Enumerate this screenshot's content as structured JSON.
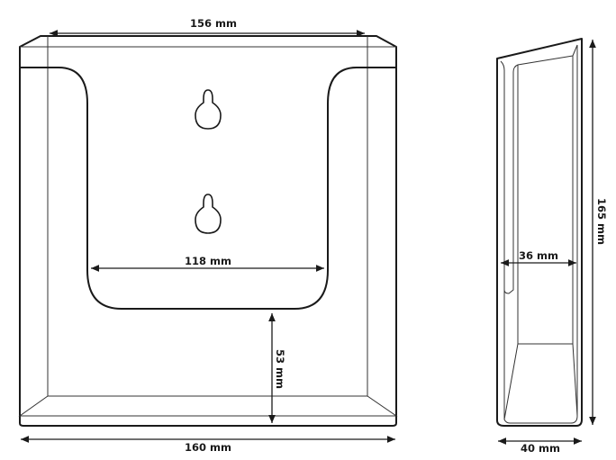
{
  "diagram": {
    "front_view": {
      "top_width_label": "156 mm",
      "inner_width_label": "118 mm",
      "front_height_label": "53 mm",
      "bottom_width_label": "160 mm"
    },
    "side_view": {
      "height_label": "165 mm",
      "inner_depth_label": "36 mm",
      "depth_label": "40 mm"
    },
    "colors": {
      "line": "#1a1a1a",
      "background": "#ffffff"
    }
  }
}
